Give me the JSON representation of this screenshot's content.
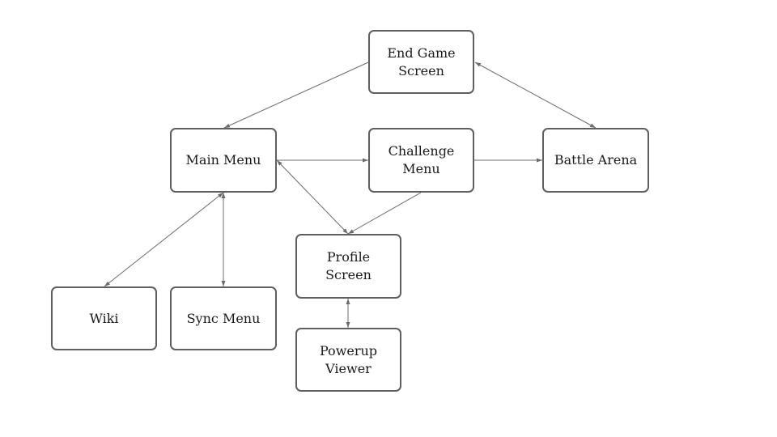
{
  "diagram": {
    "nodes": {
      "end_game_screen": "End Game\nScreen",
      "main_menu": "Main Menu",
      "challenge_menu": "Challenge\nMenu",
      "battle_arena": "Battle Arena",
      "profile_screen": "Profile\nScreen",
      "wiki": "Wiki",
      "sync_menu": "Sync Menu",
      "powerup_viewer": "Powerup\nViewer"
    },
    "edges": [
      {
        "from": "end_game_screen",
        "to": "main_menu",
        "direction": "forward"
      },
      {
        "from": "end_game_screen",
        "to": "battle_arena",
        "direction": "both"
      },
      {
        "from": "main_menu",
        "to": "challenge_menu",
        "direction": "forward"
      },
      {
        "from": "challenge_menu",
        "to": "battle_arena",
        "direction": "forward"
      },
      {
        "from": "main_menu",
        "to": "profile_screen",
        "direction": "both"
      },
      {
        "from": "challenge_menu",
        "to": "profile_screen",
        "direction": "forward"
      },
      {
        "from": "main_menu",
        "to": "wiki",
        "direction": "both"
      },
      {
        "from": "main_menu",
        "to": "sync_menu",
        "direction": "both"
      },
      {
        "from": "profile_screen",
        "to": "powerup_viewer",
        "direction": "both"
      }
    ],
    "colors": {
      "node_border": "#5f5f5f",
      "edge": "#6b6b6b",
      "text": "#1a1a1a"
    }
  }
}
